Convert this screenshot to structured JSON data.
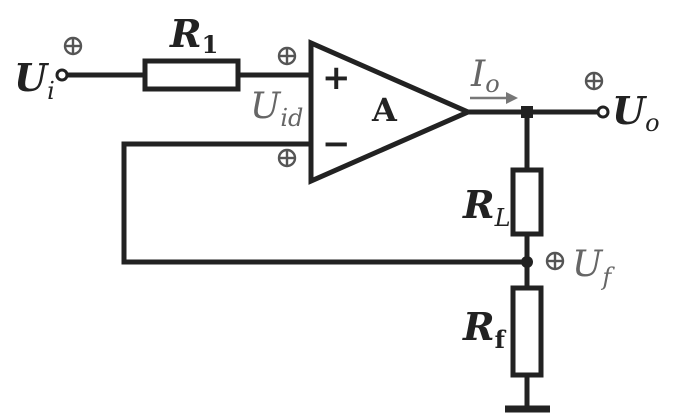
{
  "labels": {
    "input_voltage": {
      "main": "U",
      "sub": "i"
    },
    "output_voltage": {
      "main": "U",
      "sub": "o"
    },
    "feedback_voltage": {
      "main": "U",
      "sub": "f"
    },
    "differential_voltage": {
      "main": "U",
      "sub": "id"
    },
    "output_current": {
      "main": "I",
      "sub": "o"
    },
    "input_resistor": {
      "main": "R",
      "sub": "1"
    },
    "load_resistor": {
      "main": "R",
      "sub": "L"
    },
    "feedback_resistor": {
      "main": "R",
      "sub": "f"
    },
    "amplifier": "A",
    "noninverting_sign": "+",
    "inverting_sign": "−"
  },
  "colors": {
    "line": "#222222",
    "polarity_marker": "#555555",
    "annotation": "#666666",
    "background": "#ffffff"
  }
}
